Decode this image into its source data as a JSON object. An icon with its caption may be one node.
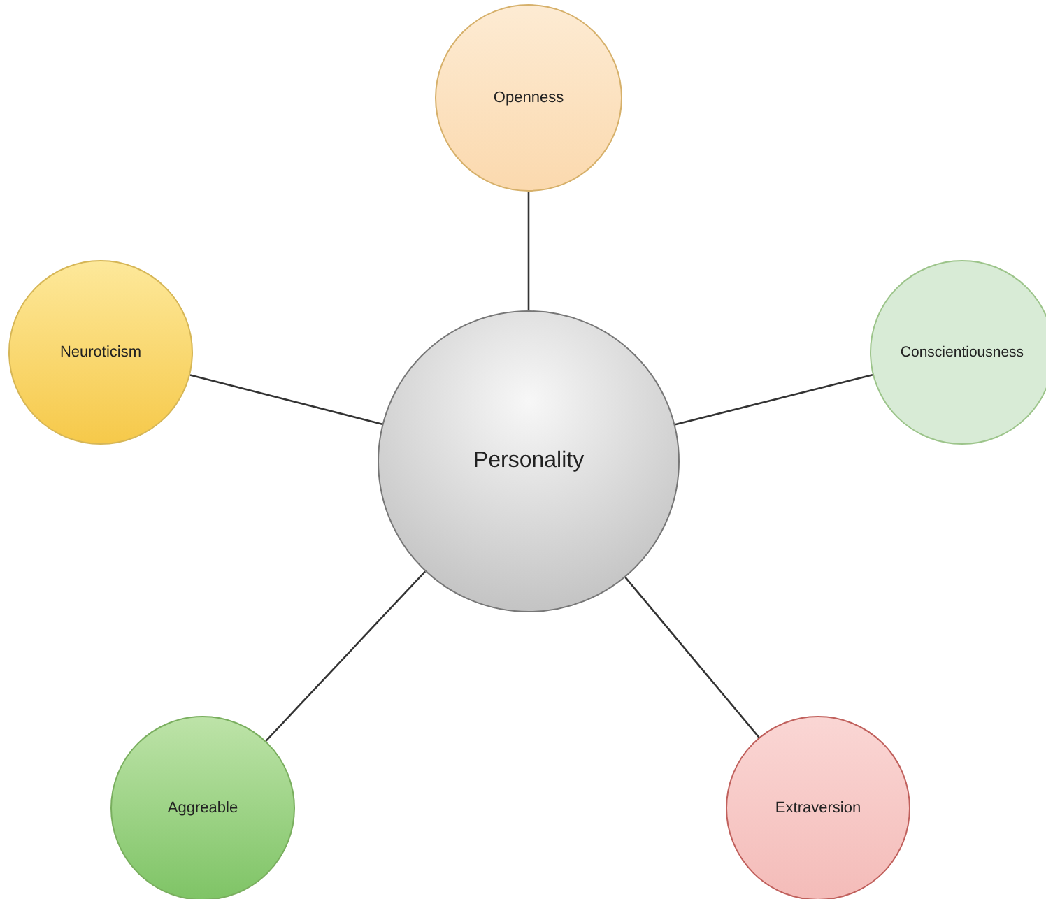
{
  "diagram": {
    "nodes": [
      {
        "text": [
          "Openness"
        ]
      },
      {
        "text": [
          "Neuroticism"
        ]
      },
      {
        "text": [
          "Conscientiousness"
        ]
      },
      {
        "text": [
          "Personality"
        ]
      },
      {
        "text": [
          "Aggreable"
        ]
      },
      {
        "text": [
          "Extraversion"
        ]
      }
    ],
    "edges": [
      {
        "from": 3,
        "to": 0,
        "arrow": "none"
      },
      {
        "from": 3,
        "to": 1,
        "arrow": "none"
      },
      {
        "from": 3,
        "to": 2,
        "arrow": "none"
      },
      {
        "from": 3,
        "to": 4,
        "arrow": "none"
      },
      {
        "from": 3,
        "to": 5,
        "arrow": "none"
      }
    ]
  }
}
